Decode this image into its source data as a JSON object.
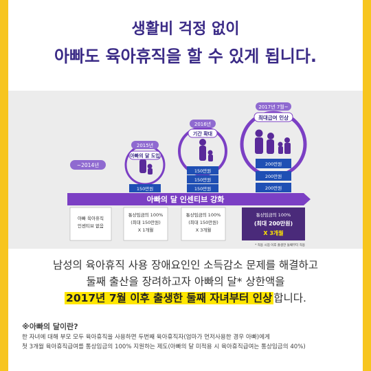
{
  "headline": {
    "line1": "생활비 걱정 없이",
    "line2": "아빠도 육아휴직을  할 수 있게 됩니다."
  },
  "graphic": {
    "banner": "아빠의 달 인센티브 강화",
    "stages": [
      {
        "tag": "~2014년",
        "bars": [],
        "box": [
          "아빠 육아휴직",
          "인센티브 없음",
          ""
        ]
      },
      {
        "tag": "2015년",
        "label": "아빠의 달 도입",
        "bars": [
          "150만원"
        ],
        "box": [
          "통상임금의 100%",
          "(최대 150만원)",
          "X 1개월"
        ]
      },
      {
        "tag": "2016년",
        "label": "기간 확대",
        "bars": [
          "150만원",
          "150만원",
          "150만원"
        ],
        "box": [
          "통상임금의 100%",
          "(최대 150만원)",
          "X 3개월"
        ]
      },
      {
        "tag": "2017년 7월~",
        "label": "최대급여 인상",
        "bars": [
          "200만원",
          "200만원",
          "200만원"
        ],
        "box": [
          "통상임금의 100%",
          "(최대 200만원)",
          "X 3개월"
        ]
      }
    ],
    "footnote": "* 적용 시점 이후 출생한  둘째부터 적용"
  },
  "body": {
    "line1": "남성의 육아휴직 사용 장애요인인 소득감소 문제를 해결하고",
    "line2": "둘째 출산을 장려하고자 아빠의 달* 상한액을",
    "highlight": "2017년 7월 이후 출생한 둘째 자녀부터 인상",
    "suffix": "합니다."
  },
  "note": {
    "title": "※아빠의 달이란?",
    "line1": "한 자녀에 대해 부모 모두 육아휴직을 사용하면 두번째 육아휴직자(엄마가 먼저사용한 경우 아빠)에게",
    "line2": "첫 3개월 육아휴직급여를 통상임금의 100% 지원하는 제도(아빠의 달 미적용 시 육아휴직급여는 통상임금의 40%)"
  },
  "colors": {
    "accent": "#f7c51e",
    "navy": "#3a2a86",
    "purple": "#7b3fc4",
    "blue": "#1f4fb4",
    "highlight": "#ffe600"
  }
}
